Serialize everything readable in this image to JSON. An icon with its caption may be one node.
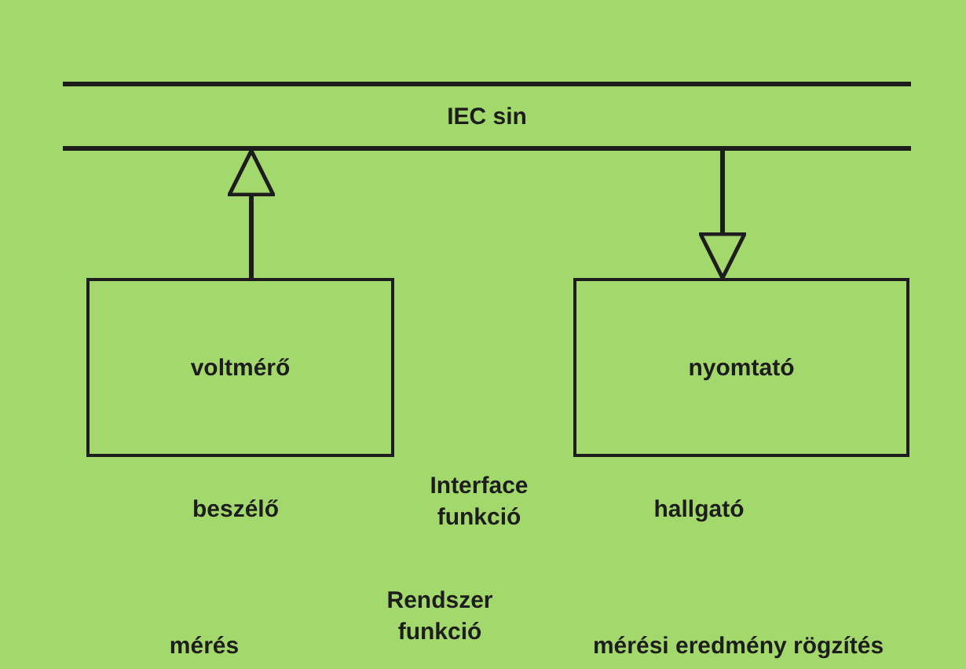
{
  "diagram": {
    "nodes": [
      {
        "text": [
          "IEC sin"
        ]
      },
      {
        "text": [
          "voltmérő"
        ]
      },
      {
        "text": [
          "nyomtató"
        ]
      }
    ],
    "edges": [
      {
        "from": 1,
        "to": 0,
        "arrow": "to"
      },
      {
        "from": 0,
        "to": 2,
        "arrow": "to"
      }
    ],
    "labels": [
      "beszélő",
      "Interface funkció",
      "hallgató",
      "mérés",
      "Rendszer funkció",
      "mérési eredmény rögzítés"
    ]
  }
}
